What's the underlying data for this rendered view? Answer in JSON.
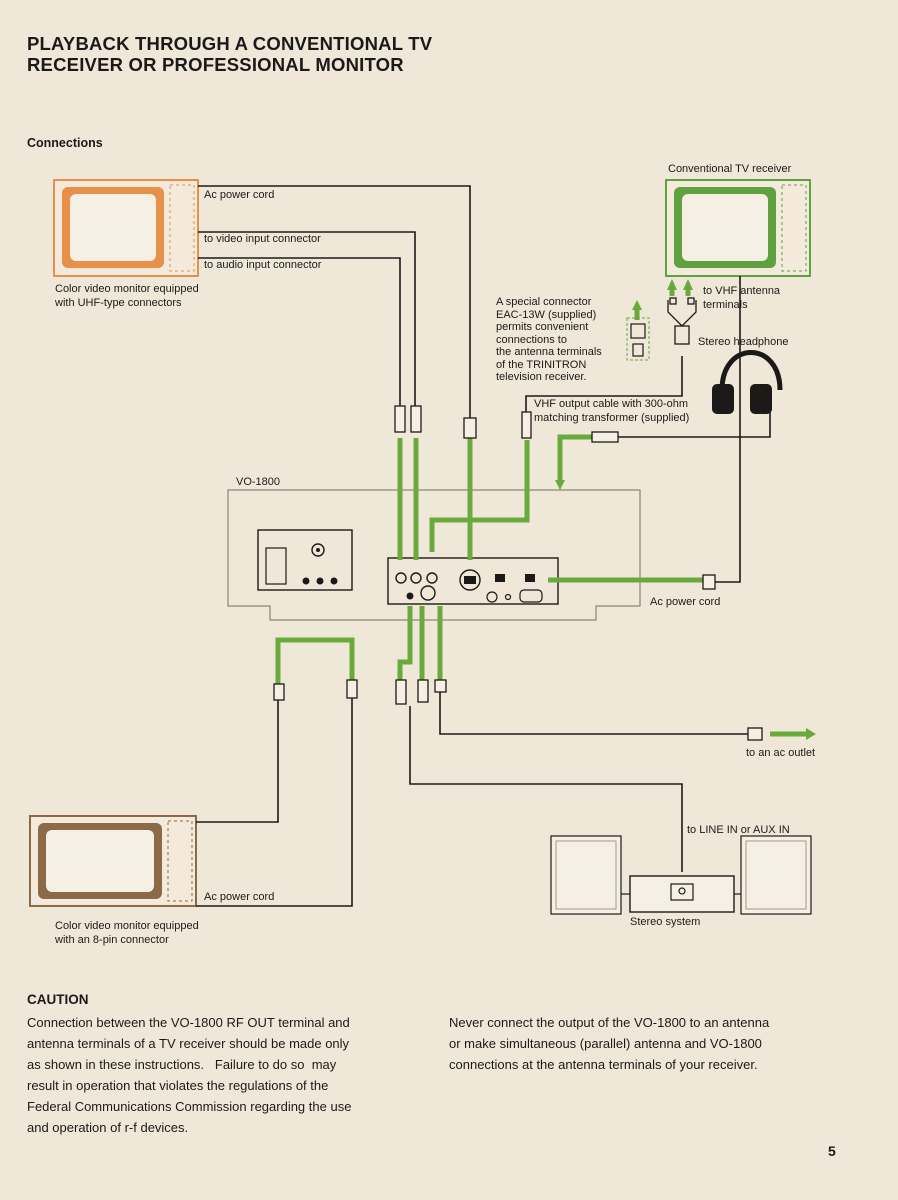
{
  "page": {
    "title_line1": "PLAYBACK THROUGH A CONVENTIONAL TV",
    "title_line2": "RECEIVER OR PROFESSIONAL MONITOR",
    "section": "Connections",
    "page_number": "5"
  },
  "diagram": {
    "top_monitor_caption_1": "Color video monitor equipped",
    "top_monitor_caption_2": "with UHF-type connectors",
    "ac_power_cord_top": "Ac power cord",
    "to_video_input": "to video input connector",
    "to_audio_input": "to audio input connector",
    "tv_receiver": "Conventional TV receiver",
    "vhf_terminals_1": "to VHF antenna",
    "vhf_terminals_2": "terminals",
    "stereo_headphone": "Stereo headphone",
    "special_connector_lines": [
      "A special connector",
      "EAC-13W (supplied)",
      "permits convenient",
      "connections to",
      "the antenna terminals",
      "of the TRINITRON",
      "television receiver."
    ],
    "vhf_cable_1": "VHF output cable with 300-ohm",
    "vhf_cable_2": "matching transformer (supplied)",
    "vo1800": "VO-1800",
    "ac_power_cord_right": "Ac power cord",
    "to_ac_outlet": "to an ac outlet",
    "to_line_in": "to LINE IN or AUX IN",
    "stereo_system": "Stereo system",
    "ac_power_cord_bottom": "Ac power cord",
    "bottom_monitor_caption_1": "Color video monitor equipped",
    "bottom_monitor_caption_2": "with an 8-pin connector"
  },
  "caution": {
    "heading": "CAUTION",
    "left_lines": [
      "Connection between the VO-1800 RF OUT terminal and",
      "antenna terminals of a TV receiver should be made only",
      "as shown in these instructions.   Failure to do so  may",
      "result in operation that violates the regulations of the",
      "Federal Communications Commission regarding the use",
      "and operation of r-f devices."
    ],
    "right_lines": [
      "Never connect the output of the VO-1800 to an antenna",
      "or make simultaneous (parallel) antenna and VO-1800",
      "connections at the antenna terminals of your receiver."
    ]
  },
  "colors": {
    "paper": "#efe8d9",
    "cable_green": "#6aaa3a",
    "monitor_orange": "#e7904a",
    "tv_green": "#5fa040",
    "monitor_brown": "#8c6a48",
    "ink": "#1c1a18"
  }
}
